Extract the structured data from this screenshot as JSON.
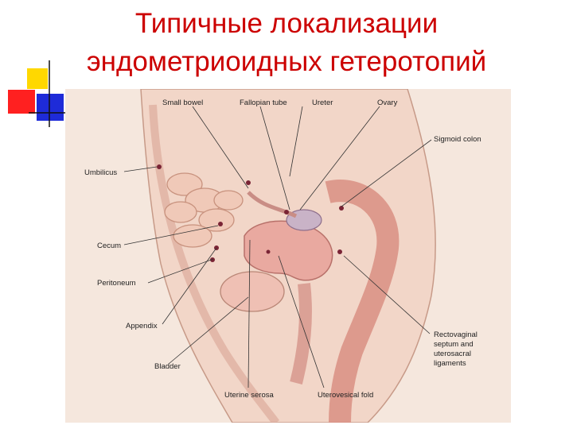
{
  "slide": {
    "title_line1": "Типичные локализации",
    "title_line2": "эндометриоидных гетеротопий"
  },
  "colors": {
    "title": "#cc0000",
    "bullet_yellow": "#ffd800",
    "bullet_red": "#ff2020",
    "bullet_blue": "#1e2bd8",
    "figure_background": "#f5e7dd",
    "organ_pink": "#e9a9a0"
  },
  "figure": {
    "labels": {
      "small_bowel": "Small bowel",
      "fallopian_tube": "Fallopian tube",
      "ureter": "Ureter",
      "ovary": "Ovary",
      "sigmoid_colon": "Sigmoid colon",
      "umbilicus": "Umbilicus",
      "cecum": "Cecum",
      "peritoneum": "Peritoneum",
      "appendix": "Appendix",
      "bladder": "Bladder",
      "uterine_serosa": "Uterine serosa",
      "uterovesical_fold": "Uterovesical fold",
      "rectovaginal_1": "Rectovaginal",
      "rectovaginal_2": "septum and",
      "rectovaginal_3": "uterosacral",
      "rectovaginal_4": "ligaments"
    }
  }
}
